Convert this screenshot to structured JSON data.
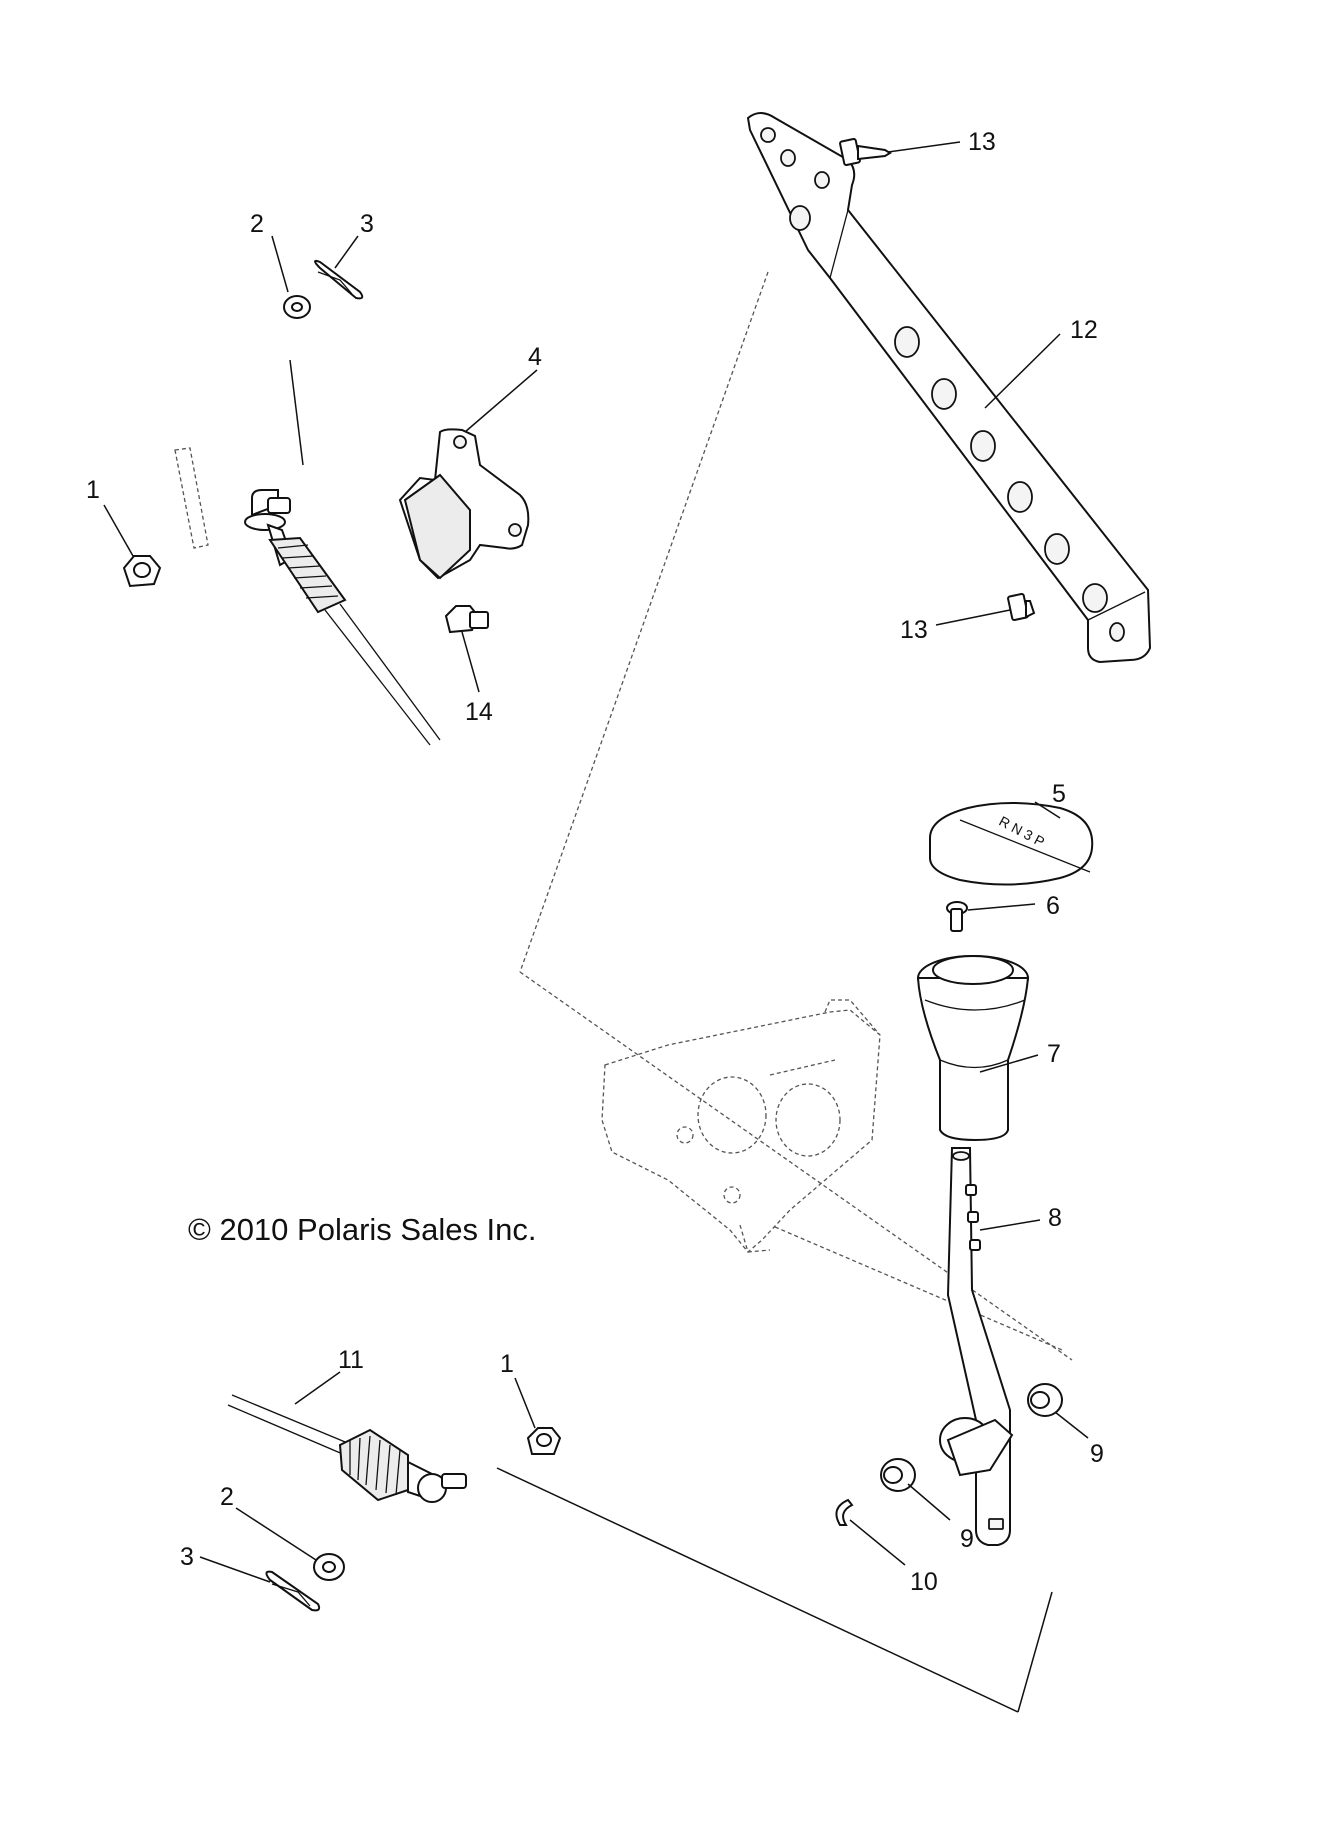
{
  "diagram": {
    "copyright": "© 2010 Polaris Sales Inc.",
    "callouts": [
      {
        "id": "c1a",
        "label": "1"
      },
      {
        "id": "c1b",
        "label": "1"
      },
      {
        "id": "c2a",
        "label": "2"
      },
      {
        "id": "c2b",
        "label": "2"
      },
      {
        "id": "c3a",
        "label": "3"
      },
      {
        "id": "c3b",
        "label": "3"
      },
      {
        "id": "c4",
        "label": "4"
      },
      {
        "id": "c5",
        "label": "5"
      },
      {
        "id": "c6",
        "label": "6"
      },
      {
        "id": "c7",
        "label": "7"
      },
      {
        "id": "c8",
        "label": "8"
      },
      {
        "id": "c9a",
        "label": "9"
      },
      {
        "id": "c9b",
        "label": "9"
      },
      {
        "id": "c10",
        "label": "10"
      },
      {
        "id": "c11",
        "label": "11"
      },
      {
        "id": "c12",
        "label": "12"
      },
      {
        "id": "c13a",
        "label": "13"
      },
      {
        "id": "c13b",
        "label": "13"
      },
      {
        "id": "c14",
        "label": "14"
      }
    ],
    "knob_markings": "R N 3 P"
  }
}
